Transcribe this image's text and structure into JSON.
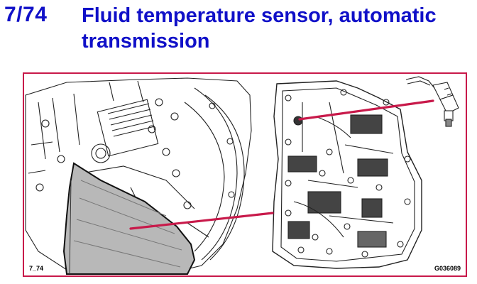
{
  "slide": {
    "ref": "7/74",
    "title": "Fluid temperature sensor, automatic transmission"
  },
  "figure": {
    "label_left": "7_74",
    "label_right": "G036089",
    "pointer_color": "#c8194a",
    "frame_color": "#c8194a",
    "heading_color": "#1010c8"
  },
  "icons": [
    "transmission-drawing",
    "oil-pan",
    "valve-body-drawing",
    "temperature-sensor-icon",
    "connector-plug"
  ]
}
